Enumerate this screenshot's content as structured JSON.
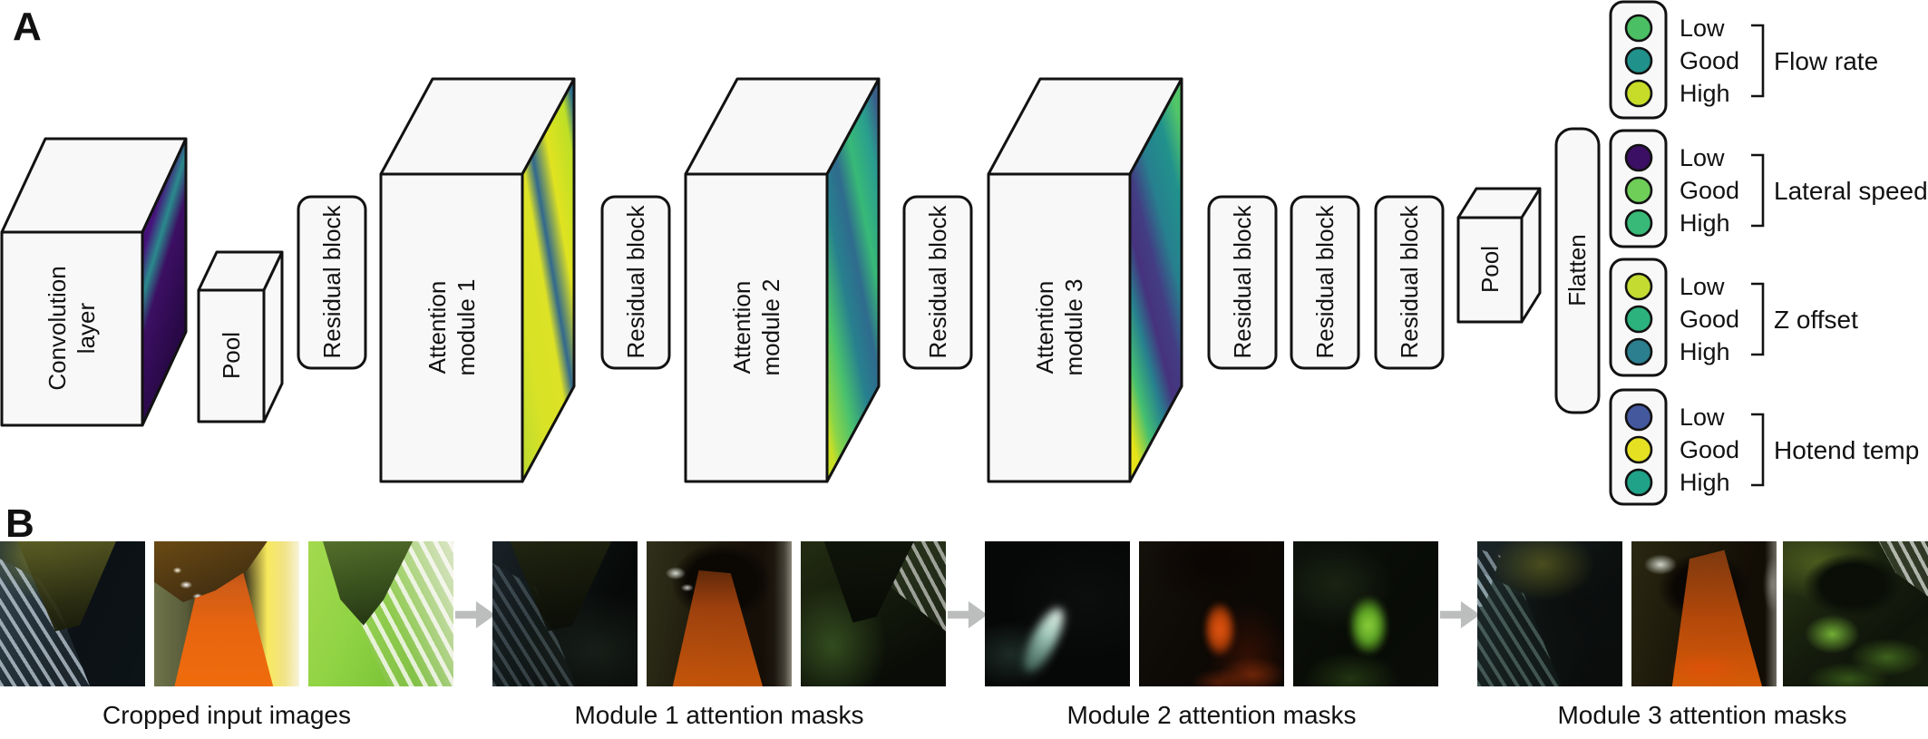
{
  "figure": {
    "panel_a_label": "A",
    "panel_b_label": "B"
  },
  "architecture": {
    "conv_line1": "Convolution",
    "conv_line2": "layer",
    "pool1_label": "Pool",
    "residual_label": "Residual block",
    "attn1_line1": "Attention",
    "attn1_line2": "module 1",
    "attn2_line1": "Attention",
    "attn2_line2": "module 2",
    "attn3_line1": "Attention",
    "attn3_line2": "module 3",
    "pool2_label": "Pool",
    "flatten_label": "Flatten"
  },
  "outputs": [
    {
      "name": "Flow rate",
      "levels": [
        "Low",
        "Good",
        "High"
      ],
      "colors": [
        "#4bbf63",
        "#21918c",
        "#c6dc28"
      ]
    },
    {
      "name": "Lateral speed",
      "levels": [
        "Low",
        "Good",
        "High"
      ],
      "colors": [
        "#3b0f63",
        "#6ece58",
        "#38b977"
      ]
    },
    {
      "name": "Z offset",
      "levels": [
        "Low",
        "Good",
        "High"
      ],
      "colors": [
        "#c4db32",
        "#2cb27d",
        "#2b7f8e"
      ]
    },
    {
      "name": "Hotend temp",
      "levels": [
        "Low",
        "Good",
        "High"
      ],
      "colors": [
        "#44589e",
        "#e5e022",
        "#1fa287"
      ]
    }
  ],
  "panel_b": {
    "captions": [
      "Cropped input images",
      "Module 1 attention masks",
      "Module 2 attention masks",
      "Module 3 attention masks"
    ],
    "arrow_color": "#bcbebe"
  }
}
